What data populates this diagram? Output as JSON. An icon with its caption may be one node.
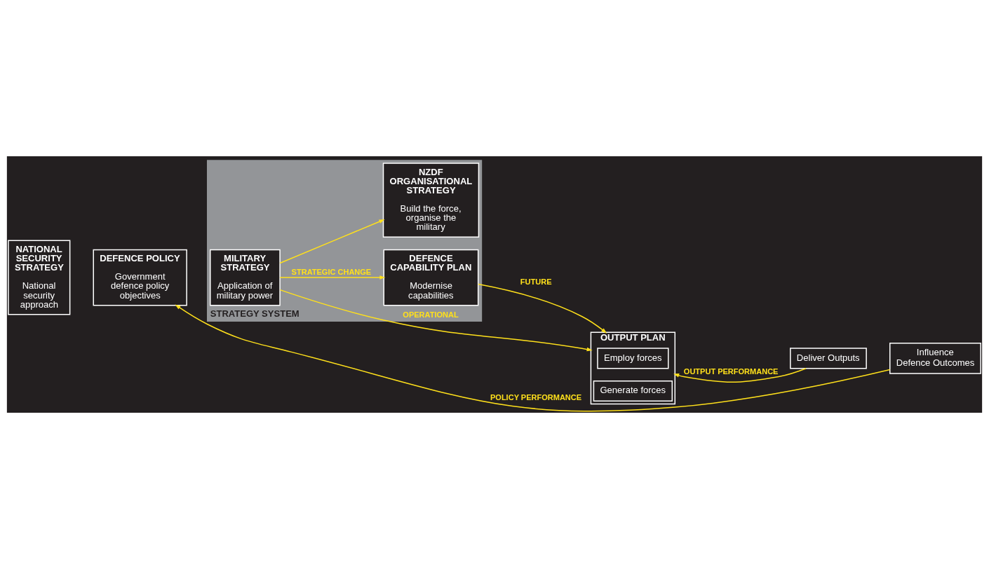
{
  "diagram": {
    "nodes": [
      {
        "text": [
          "NATIONAL SECURITY STRATEGY",
          "National security approach"
        ]
      },
      {
        "text": [
          "DEFENCE POLICY",
          "Government defence policy objectives"
        ]
      },
      {
        "text": [
          "STRATEGY SYSTEM"
        ]
      },
      {
        "text": [
          "MILITARY STRATEGY",
          "Application of military power"
        ],
        "in": 2
      },
      {
        "text": [
          "OUTPUT PLAN"
        ]
      },
      {
        "text": [
          "Employ forces"
        ],
        "in": 4
      },
      {
        "text": [
          "Generate forces"
        ],
        "in": 4
      },
      {
        "text": [
          "Deliver Outputs"
        ]
      },
      {
        "text": [
          "Influence Defence Outcomes"
        ]
      },
      {
        "text": [
          "DEFENCE CAPABILITY PLAN",
          "Modernise capabilities"
        ],
        "in": 2
      },
      {
        "text": [
          "NZDF ORGANISATIONAL STRATEGY",
          "Build the force, organise the military"
        ],
        "in": 2
      }
    ],
    "edges": [
      {
        "from": 8,
        "to": 1,
        "arrow": "to",
        "label": "POLICY PERFORMANCE"
      },
      {
        "from": 7,
        "to": 4,
        "arrow": "to",
        "label": "OUTPUT PERFORMANCE"
      },
      {
        "from": 3,
        "to": 4,
        "arrow": "to",
        "label": "OPERATIONAL"
      },
      {
        "from": 3,
        "to": 9,
        "arrow": "to",
        "label": "STRATEGIC CHANGE"
      },
      {
        "from": 3,
        "to": 10,
        "arrow": "to"
      },
      {
        "from": 9,
        "to": 4,
        "arrow": "to",
        "label": "FUTURE"
      }
    ]
  }
}
